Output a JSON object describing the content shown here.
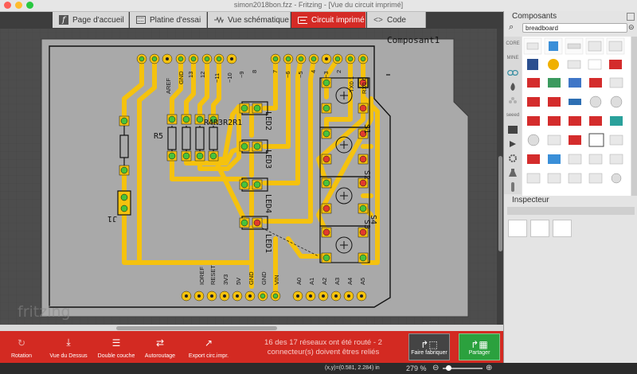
{
  "window": {
    "title": "simon2018bon.fzz - Fritzing - [Vue du circuit imprimé]"
  },
  "tabs": [
    {
      "label": "Page d'accueil",
      "icon": "fritzing-f-icon"
    },
    {
      "label": "Platine d'essai",
      "icon": "breadboard-icon"
    },
    {
      "label": "Vue schématique",
      "icon": "schematic-wave-icon"
    },
    {
      "label": "Circuit imprimé",
      "icon": "pcb-icon",
      "active": true
    },
    {
      "label": "Code",
      "icon": "code-brackets-icon"
    }
  ],
  "pcb": {
    "part_label": "Composant1",
    "header_top_left": [
      "AREF",
      "GND",
      "13",
      "12",
      "~11",
      "~10",
      "~9",
      "8"
    ],
    "header_top_right": [
      "7",
      "~6",
      "~5",
      "4",
      "~3",
      "2",
      "TX0 1",
      "RX0 0"
    ],
    "header_bottom_left": [
      "IOREF",
      "RESET",
      "3V3",
      "5V",
      "GND",
      "GND",
      "VIN"
    ],
    "header_bottom_right": [
      "A0",
      "A1",
      "A2",
      "A3",
      "A4",
      "A5"
    ],
    "resistors": "R4R3R2R1",
    "r5": "R5",
    "leds": [
      "LED2",
      "LED3",
      "LED4",
      "LED1"
    ],
    "switches": [
      "S1",
      "S2",
      "S3",
      "S4"
    ],
    "j1": "J1",
    "watermark": "fritzing"
  },
  "toolbar": {
    "rotation": "Rotation",
    "view_from_above": "Vue du Dessus",
    "double_layer": "Double couche",
    "autoroute": "Autoroutage",
    "export": "Export circ.impr.",
    "routing_status": "16 des 17 réseaux ont été routé - 2 connecteur(s) doivent êtres reliés",
    "fab_button": "Faire fabriquer",
    "share_button": "Partager"
  },
  "statusbar": {
    "coords": "(x,y)=(0.581, 2.284) in",
    "zoom": "279 %"
  },
  "panel": {
    "parts_title": "Composants",
    "search_value": "breadboard",
    "bins": [
      "CORE",
      "MINE",
      "",
      "",
      "",
      "seeed",
      "",
      "",
      "",
      "",
      ""
    ],
    "inspector_title": "Inspecteur"
  },
  "colors": {
    "copper_top": "#f5c20e",
    "pad_green": "#49c33a",
    "board": "#a9a9a9",
    "accent_red": "#d52b26",
    "share_green": "#2ba13e"
  }
}
